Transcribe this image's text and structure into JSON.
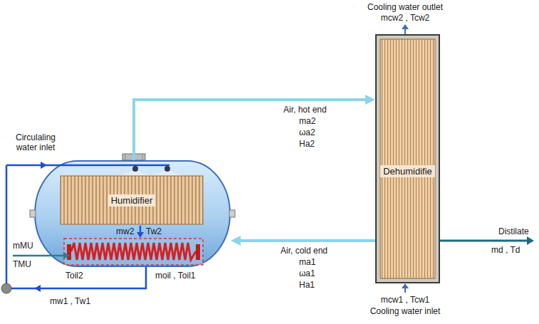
{
  "diagram": {
    "nodes": [
      {
        "text": [
          "Humidifier"
        ]
      },
      {
        "text": [
          "Dehumidifie"
        ]
      }
    ],
    "edges": [
      {
        "from": 0,
        "to": 1,
        "arrow": "to",
        "label": "Air, hot end"
      },
      {
        "from": 1,
        "to": 0,
        "arrow": "to",
        "label": "Air, cold end"
      }
    ],
    "labels": [
      "Cooling water outlet",
      "mcw2 , Tcw2",
      "ma2",
      "ωa2",
      "Ha2",
      "Circulaling water inlet",
      "mw2",
      "Tw2",
      "Distilate",
      "md , Td",
      "mMU",
      "TMU",
      "ma1",
      "ωa1",
      "Ha1",
      "Toil2",
      "moil , Toil1",
      "mcw1 , Tcw1",
      "mw1 , Tw1",
      "Cooling water inlet"
    ]
  }
}
